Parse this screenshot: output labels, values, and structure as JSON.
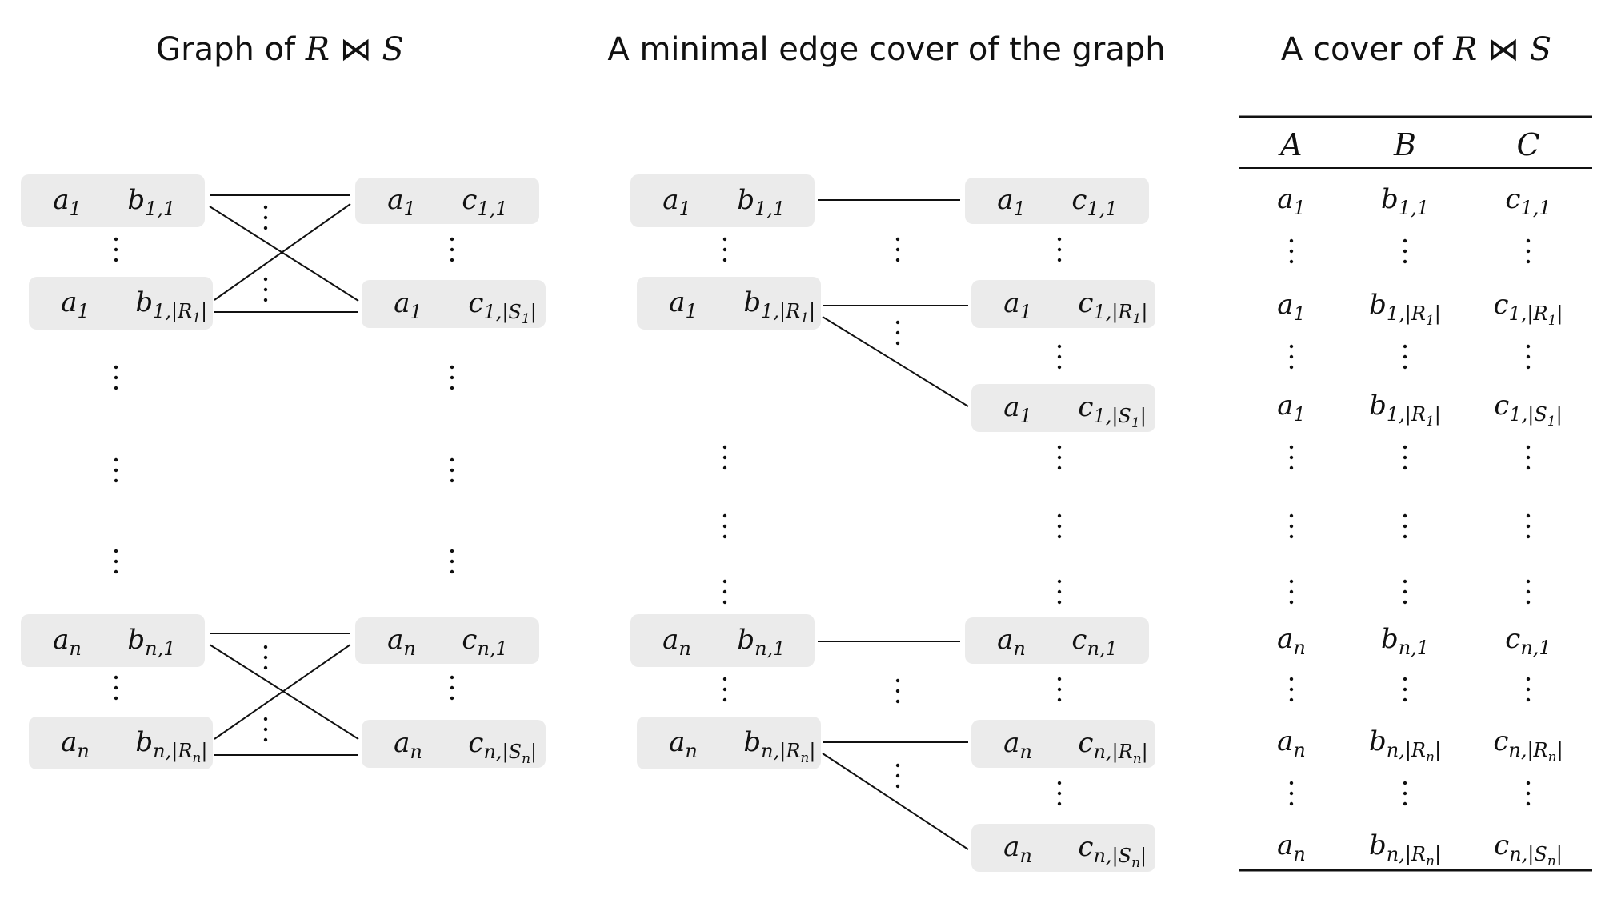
{
  "titles": {
    "graph": {
      "text": "Graph of ",
      "r": "R",
      "join": "⋈",
      "s": "S"
    },
    "cover": {
      "text": "A minimal edge cover of the graph"
    },
    "table": {
      "text": "A cover of ",
      "r": "R",
      "join": "⋈",
      "s": "S"
    }
  },
  "labels": {
    "a1": [
      "a",
      "1"
    ],
    "an": [
      "a",
      "n"
    ],
    "b11": [
      "b",
      "1,1"
    ],
    "b1R1": [
      "b",
      "1,|R",
      "1",
      "|"
    ],
    "bn1": [
      "b",
      "n,1"
    ],
    "bnRn": [
      "b",
      "n,|R",
      "n",
      "|"
    ],
    "c11": [
      "c",
      "1,1"
    ],
    "c1S1": [
      "c",
      "1,|S",
      "1",
      "|"
    ],
    "c1R1": [
      "c",
      "1,|R",
      "1",
      "|"
    ],
    "cn1": [
      "c",
      "n,1"
    ],
    "cnSn": [
      "c",
      "n,|S",
      "n",
      "|"
    ],
    "cnRn": [
      "c",
      "n,|R",
      "n",
      "|"
    ]
  },
  "table": {
    "headers": [
      "A",
      "B",
      "C"
    ],
    "rows": [
      [
        "a1",
        "b11",
        "c11"
      ],
      [
        "dots",
        "dots",
        "dots"
      ],
      [
        "a1",
        "b1R1",
        "c1R1"
      ],
      [
        "dots",
        "dots",
        "dots"
      ],
      [
        "a1",
        "b1R1",
        "c1S1"
      ],
      [
        "dots",
        "dots",
        "dots"
      ],
      [
        "dots",
        "dots",
        "dots"
      ],
      [
        "dots",
        "dots",
        "dots"
      ],
      [
        "an",
        "bn1",
        "cn1"
      ],
      [
        "dots",
        "dots",
        "dots"
      ],
      [
        "an",
        "bnRn",
        "cnRn"
      ],
      [
        "dots",
        "dots",
        "dots"
      ],
      [
        "an",
        "bnRn",
        "cnSn"
      ]
    ]
  }
}
